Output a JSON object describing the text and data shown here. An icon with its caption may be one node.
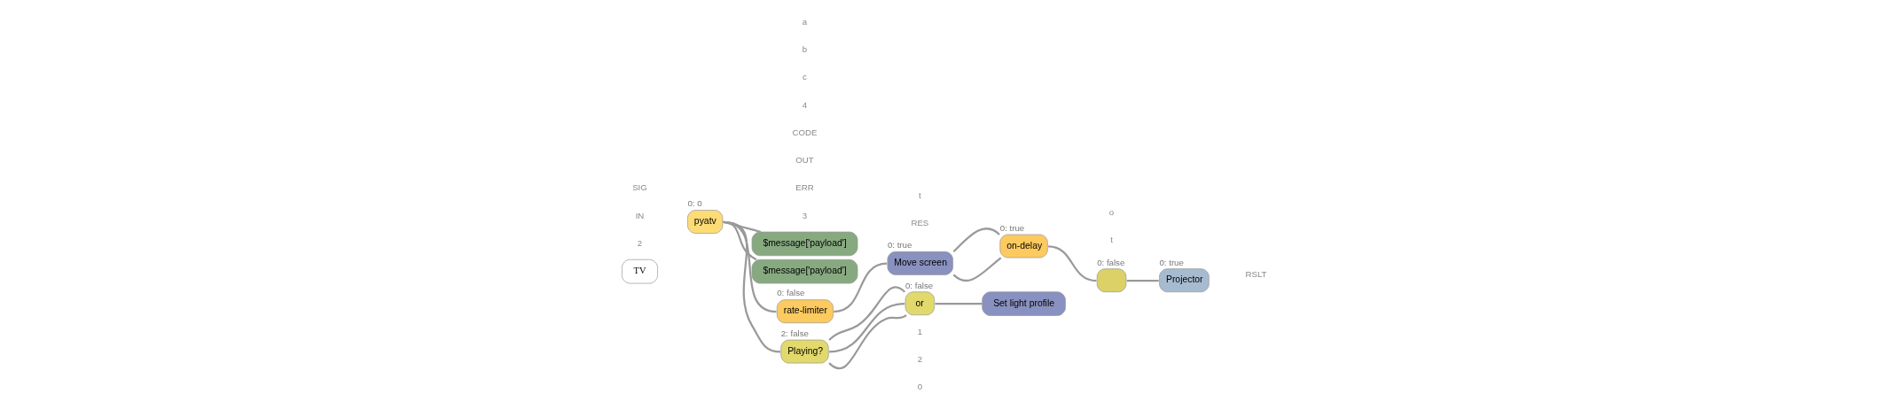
{
  "diagram": {
    "nodes": [
      {
        "text": [
          "TV"
        ]
      },
      {
        "text": [
          "pyatv"
        ],
        "beside": [
          "0: 0"
        ]
      },
      {
        "text": [
          "$message['payload']"
        ]
      },
      {
        "text": [
          "$message['payload']"
        ]
      },
      {
        "text": [
          "rate-limiter"
        ],
        "beside": [
          "0: false"
        ]
      },
      {
        "text": [
          "Move screen"
        ],
        "beside": [
          "0: true"
        ]
      },
      {
        "text": [
          "on-delay"
        ],
        "beside": [
          "0: true"
        ]
      },
      {
        "text": [],
        "shape": "box",
        "beside": [
          "0: false"
        ]
      },
      {
        "text": [
          "Projector"
        ],
        "beside": [
          "0: true"
        ]
      },
      {
        "text": [
          "Playing?"
        ],
        "beside": [
          "2: false"
        ]
      },
      {
        "text": [
          "or"
        ],
        "beside": [
          "0: false"
        ]
      },
      {
        "text": [
          "Set light profile"
        ]
      }
    ],
    "edges": [
      {
        "from": 1,
        "to": 2,
        "arrow": "none"
      },
      {
        "from": 1,
        "to": 3,
        "arrow": "none"
      },
      {
        "from": 1,
        "to": 4,
        "arrow": "none"
      },
      {
        "from": 4,
        "to": 5,
        "arrow": "none"
      },
      {
        "from": 5,
        "to": 6,
        "arrow": "none"
      },
      {
        "from": 5,
        "to": 6,
        "arrow": "none"
      },
      {
        "from": 6,
        "to": 7,
        "arrow": "none"
      },
      {
        "from": 7,
        "to": 8,
        "arrow": "none"
      },
      {
        "from": 1,
        "to": 9,
        "arrow": "none"
      },
      {
        "from": 9,
        "to": 10,
        "arrow": "none"
      },
      {
        "from": 9,
        "to": 10,
        "arrow": "none"
      },
      {
        "from": 9,
        "to": 10,
        "arrow": "none"
      },
      {
        "from": 10,
        "to": 11,
        "arrow": "none"
      }
    ],
    "labels": [
      "SIG",
      "IN",
      "2",
      "CODE",
      "OUT",
      "ERR",
      "3",
      "4",
      "t",
      "RES",
      "o",
      "t",
      "RSLT",
      "0",
      "1",
      "2",
      "a",
      "b",
      "c"
    ]
  }
}
